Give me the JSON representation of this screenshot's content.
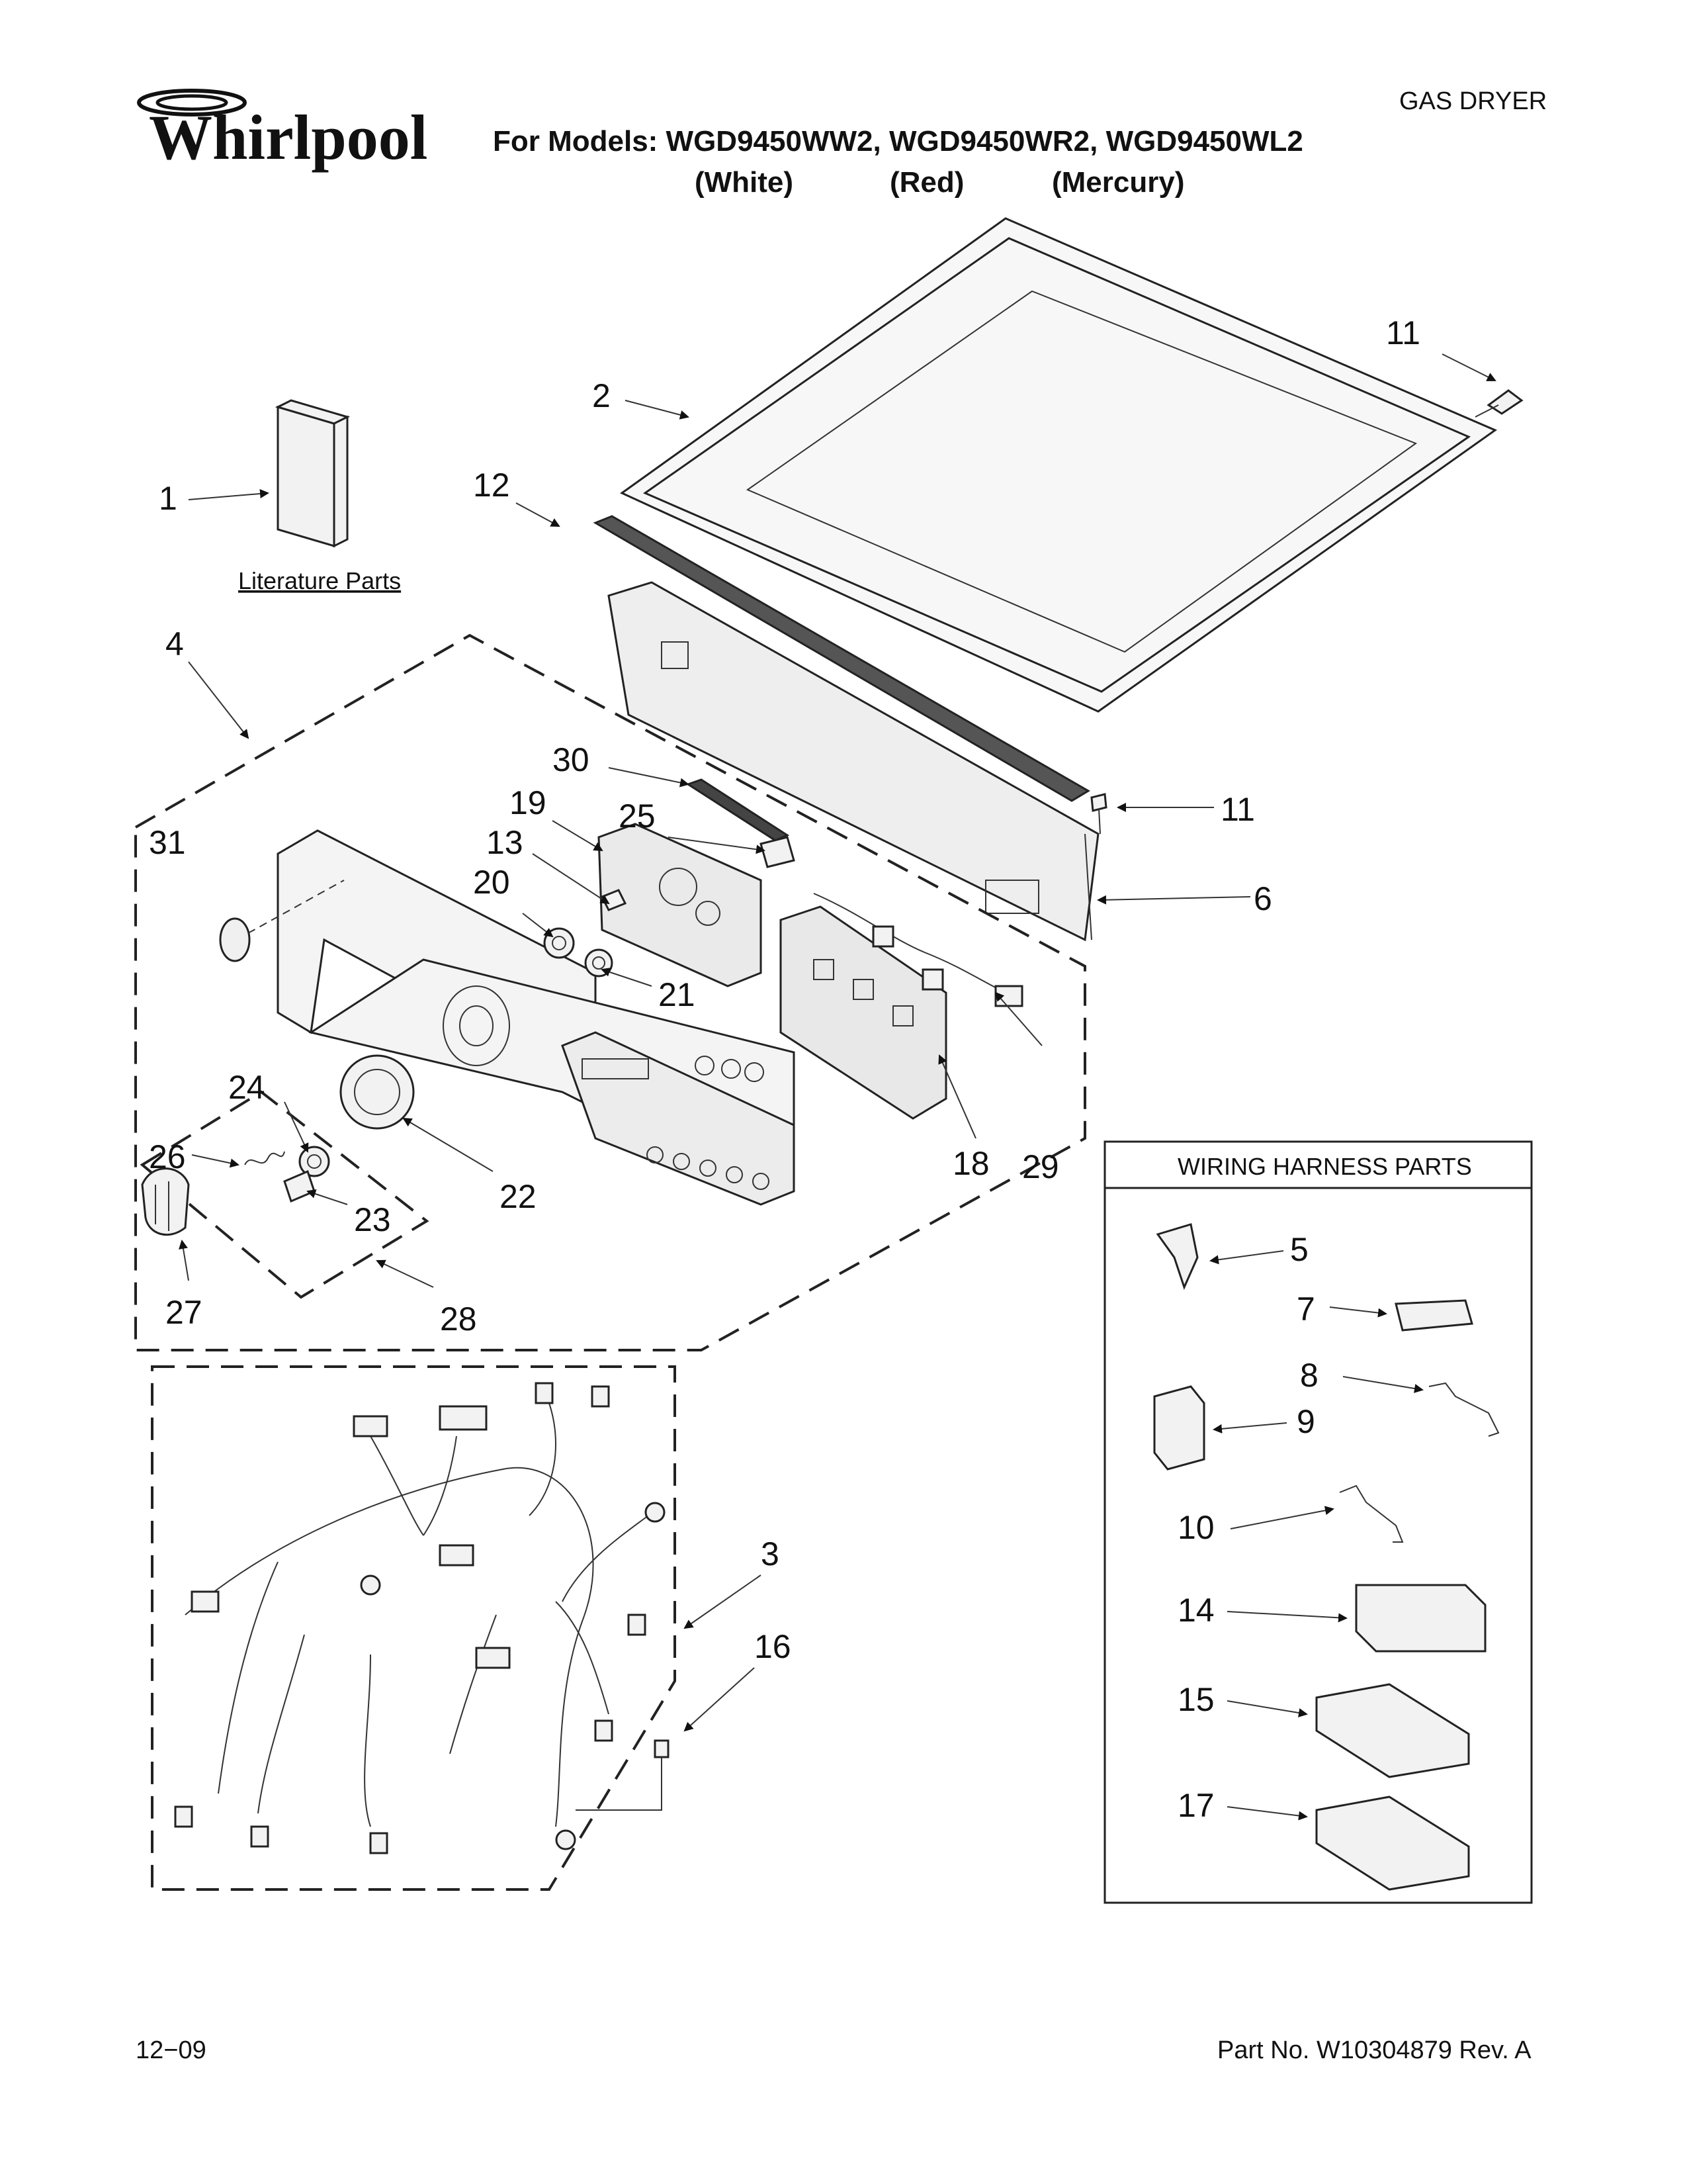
{
  "brand": "Whirlpool",
  "header": {
    "models_line": "For Models: WGD9450WW2, WGD9450WR2, WGD9450WL2",
    "color_white": "(White)",
    "color_red": "(Red)",
    "color_mercury": "(Mercury)",
    "product_type": "GAS DRYER"
  },
  "literature_label": "Literature Parts",
  "wiring_box_title": "WIRING HARNESS PARTS",
  "callouts": {
    "c1": "1",
    "c2": "2",
    "c3": "3",
    "c4": "4",
    "c5": "5",
    "c6": "6",
    "c7": "7",
    "c8": "8",
    "c9": "9",
    "c10": "10",
    "c11a": "11",
    "c11b": "11",
    "c12": "12",
    "c13": "13",
    "c14": "14",
    "c15": "15",
    "c16": "16",
    "c17": "17",
    "c18": "18",
    "c19": "19",
    "c20": "20",
    "c21": "21",
    "c22": "22",
    "c23": "23",
    "c24": "24",
    "c25": "25",
    "c26": "26",
    "c27": "27",
    "c28": "28",
    "c29": "29",
    "c30": "30",
    "c31": "31"
  },
  "footer": {
    "date": "12−09",
    "part_no": "Part No. W10304879 Rev. A"
  }
}
